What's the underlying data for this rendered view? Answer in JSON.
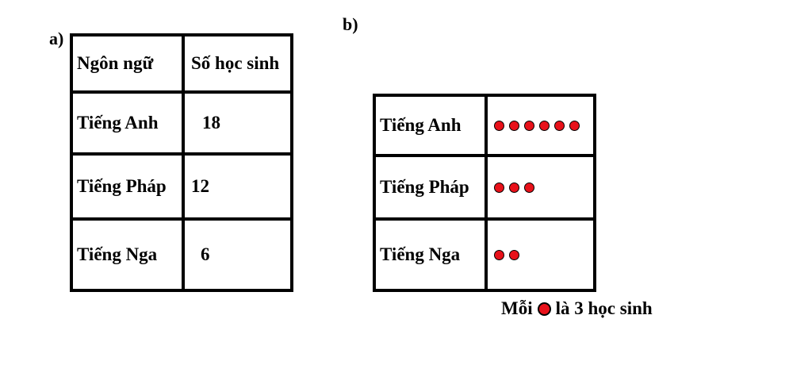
{
  "part_a_label": "a)",
  "part_b_label": "b)",
  "table_a": {
    "headers": [
      "Ngôn ngữ",
      "Số học sinh"
    ],
    "rows": [
      {
        "lang": "Tiếng Anh",
        "count": "18"
      },
      {
        "lang": "Tiếng Pháp",
        "count": "12"
      },
      {
        "lang": "Tiếng Nga",
        "count": "6"
      }
    ]
  },
  "chart_data": {
    "type": "table",
    "categories": [
      "Tiếng Anh",
      "Tiếng Pháp",
      "Tiếng Nga"
    ],
    "values": [
      6,
      3,
      2
    ],
    "unit_value": 3,
    "dot_color": "#e8111a"
  },
  "legend": {
    "prefix": "Mỗi",
    "suffix": "là 3 học sinh"
  }
}
